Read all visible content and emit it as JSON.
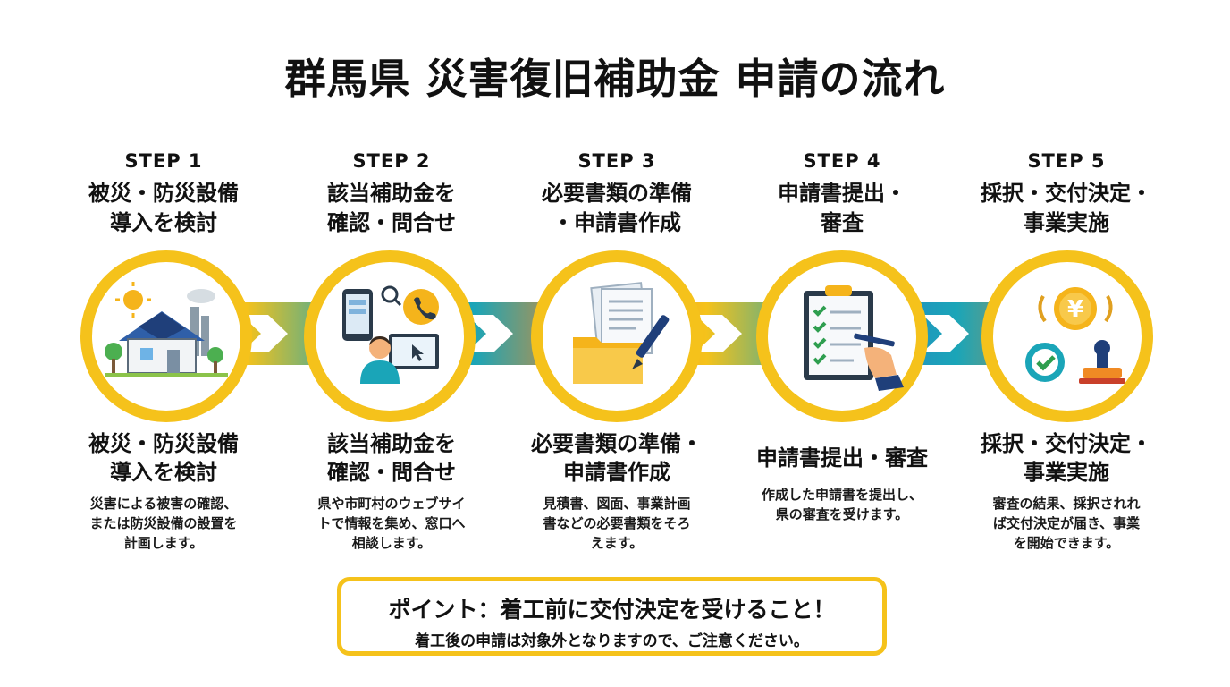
{
  "title": "群馬県 災害復旧補助金 申請の流れ",
  "colors": {
    "accent": "#F5C21B",
    "teal": "#1AA5B8",
    "orange": "#F08A24",
    "blue": "#2F79C9"
  },
  "steps": [
    {
      "no": "STEP 1",
      "title": "被災・防災設備\n導入を検討",
      "sub_title": "被災・防災設備\n導入を検討",
      "desc": "災害による被害の確認、\nまたは防災設備の設置を\n計画します。",
      "icon": "house-solar-factory-icon"
    },
    {
      "no": "STEP 2",
      "title": "該当補助金を\n確認・問合せ",
      "sub_title": "該当補助金を\n確認・問合せ",
      "desc": "県や市町村のウェブサイ\nトで情報を集め、窓口へ\n相談します。",
      "icon": "phone-computer-person-icon"
    },
    {
      "no": "STEP 3",
      "title": "必要書類の準備\n・申請書作成",
      "sub_title": "必要書類の準備・\n申請書作成",
      "desc": "見積書、図面、事業計画\n書などの必要書類をそろ\nえます。",
      "icon": "documents-folder-pen-icon"
    },
    {
      "no": "STEP 4",
      "title": "申請書提出・\n審査",
      "sub_title": "申請書提出・審査",
      "desc": "作成した申請書を提出し、\n県の審査を受けます。",
      "icon": "clipboard-checklist-icon"
    },
    {
      "no": "STEP 5",
      "title": "採択・交付決定・\n事業実施",
      "sub_title": "採択・交付決定・\n事業実施",
      "desc": "審査の結果、採択されれ\nば交付決定が届き、事業\nを開始できます。",
      "icon": "yen-coin-badge-stamp-icon"
    }
  ],
  "point": {
    "main": "ポイント：着工前に交付決定を受けること！",
    "sub": "着工後の申請は対象外となりますので、ご注意ください。"
  }
}
